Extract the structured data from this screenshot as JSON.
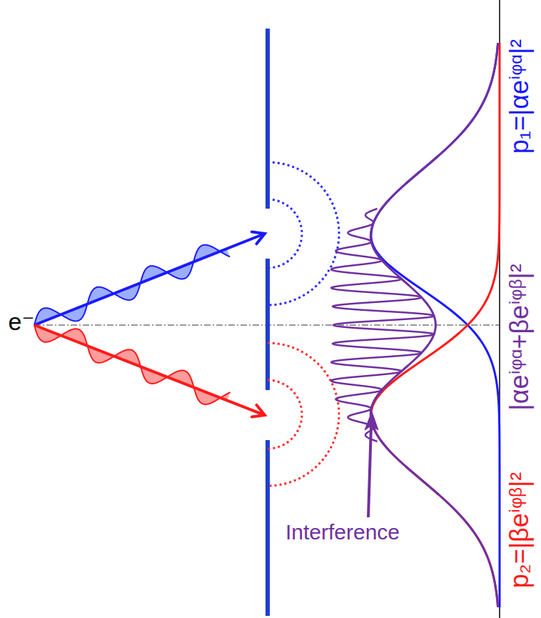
{
  "diagram": {
    "labels": [
      "e⁻",
      "p₁=|αeⁱᵠᵅ|²",
      "|αeⁱᵠᵅ+βeⁱᵠᵝ|²",
      "p₂=|βeⁱᵠᵝ|²",
      "Interference"
    ]
  }
}
